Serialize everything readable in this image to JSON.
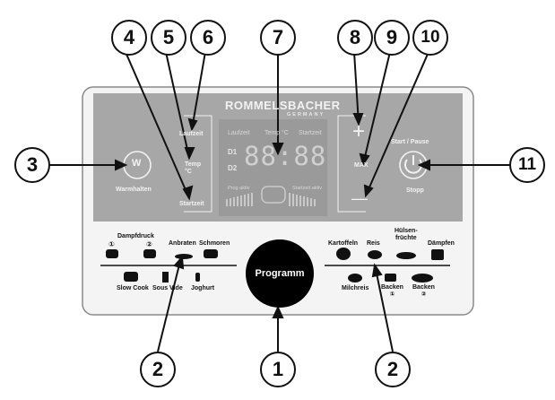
{
  "brand": {
    "name": "ROMMELSBACHER",
    "sub": "GERMANY"
  },
  "panel": {
    "warmhalten": {
      "icon_letter": "W",
      "label": "Warmhalten"
    },
    "left_labels": {
      "laufzeit": "Laufzeit",
      "temp": "Temp °C",
      "startzeit": "Startzeit"
    },
    "display": {
      "headers": [
        "Laufzeit",
        "Temp °C",
        "Startzeit"
      ],
      "d1": "D1",
      "d2": "D2",
      "digits": "88:88",
      "prog_aktiv": "Prog aktiv",
      "startzeit_aktiv": "Startzeit aktiv"
    },
    "plus": "+",
    "max": "MAX",
    "minus": "—",
    "start_pause": "Start / Pause",
    "stopp": "Stopp"
  },
  "programs": {
    "dampfdruck": "Dampfdruck",
    "top_left": [
      {
        "label": "①",
        "icon": "pressure-pot-1-icon"
      },
      {
        "label": "②",
        "icon": "pressure-pot-2-icon"
      },
      {
        "label": "Anbraten",
        "icon": "frying-pan-icon"
      },
      {
        "label": "Schmoren",
        "icon": "braising-pot-icon"
      }
    ],
    "bottom_left": [
      {
        "label": "Slow Cook",
        "icon": "slow-cook-pot-icon"
      },
      {
        "label": "Sous Vide",
        "icon": "sous-vide-icon"
      },
      {
        "label": "Joghurt",
        "icon": "yogurt-jar-icon"
      }
    ],
    "top_right": [
      {
        "label": "Kartoffeln",
        "icon": "potato-icon"
      },
      {
        "label": "Reis",
        "icon": "rice-bowl-icon"
      },
      {
        "label": "Hülsen-\nfrüchte",
        "icon": "legume-pod-icon"
      },
      {
        "label": "Dämpfen",
        "icon": "steam-basket-icon"
      }
    ],
    "bottom_right": [
      {
        "label": "Milchreis",
        "icon": "rice-pudding-icon"
      },
      {
        "label": "Backen\n①",
        "icon": "cake-icon"
      },
      {
        "label": "Backen\n②",
        "icon": "bread-icon"
      }
    ]
  },
  "programm_button": "Programm",
  "callouts": [
    "1",
    "2",
    "2",
    "3",
    "4",
    "5",
    "6",
    "7",
    "8",
    "9",
    "10",
    "11"
  ],
  "colors": {
    "panel_bg": "#a7a7a7",
    "panel_outer": "#f4f4f4",
    "display_bg": "#9a9a9a",
    "button_black": "#000000"
  }
}
